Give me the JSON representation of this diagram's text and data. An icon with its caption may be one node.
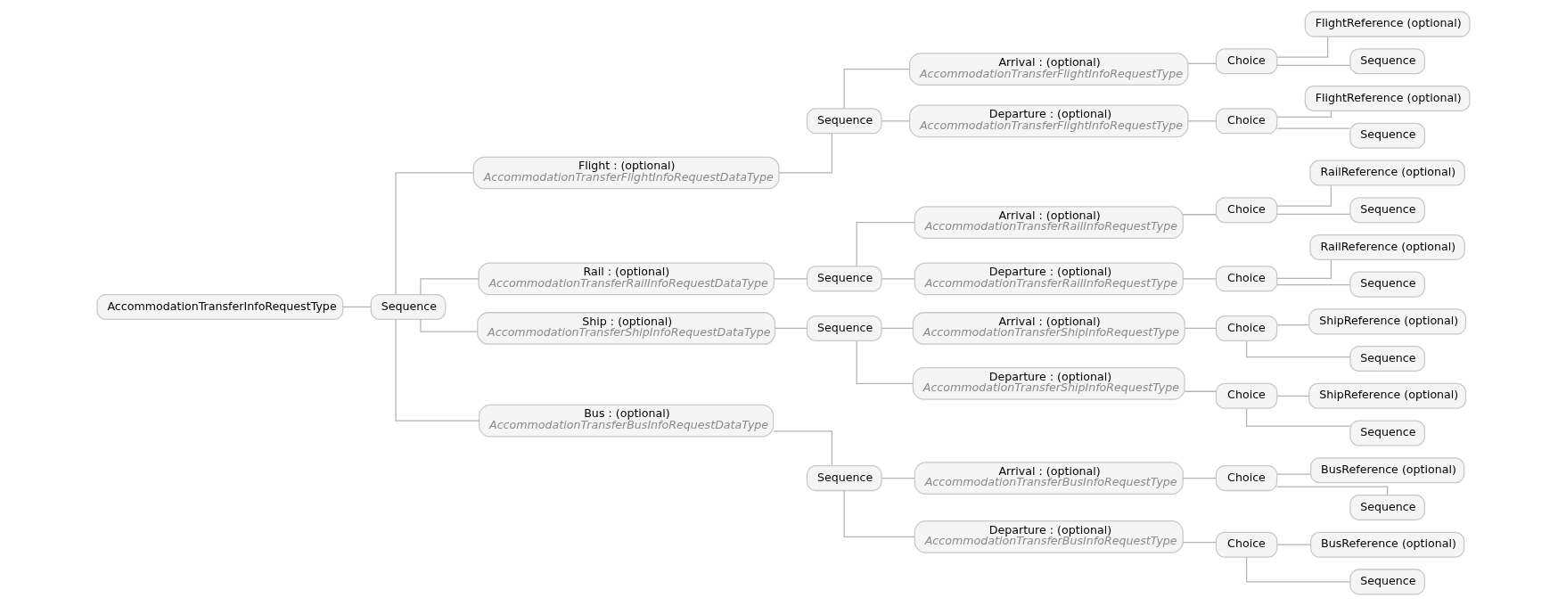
{
  "diagram": {
    "nodes": [
      {
        "text": [
          "AccommodationTransferInfoRequestType"
        ]
      },
      {
        "text": [
          "Sequence"
        ]
      },
      {
        "text": [
          "Flight : (optional)",
          "AccommodationTransferFlightInfoRequestDataType"
        ]
      },
      {
        "text": [
          "Sequence"
        ]
      },
      {
        "text": [
          "Arrival : (optional)",
          "AccommodationTransferFlightInfoRequestType"
        ]
      },
      {
        "text": [
          "Choice"
        ]
      },
      {
        "text": [
          "FlightReference (optional)"
        ]
      },
      {
        "text": [
          "Sequence"
        ]
      },
      {
        "text": [
          "Departure : (optional)",
          "AccommodationTransferFlightInfoRequestType"
        ]
      },
      {
        "text": [
          "Choice"
        ]
      },
      {
        "text": [
          "FlightReference (optional)"
        ]
      },
      {
        "text": [
          "Sequence"
        ]
      },
      {
        "text": [
          "Rail : (optional)",
          "AccommodationTransferRailInfoRequestDataType"
        ]
      },
      {
        "text": [
          "Sequence"
        ]
      },
      {
        "text": [
          "Arrival : (optional)",
          "AccommodationTransferRailInfoRequestType"
        ]
      },
      {
        "text": [
          "Choice"
        ]
      },
      {
        "text": [
          "RailReference (optional)"
        ]
      },
      {
        "text": [
          "Sequence"
        ]
      },
      {
        "text": [
          "Departure : (optional)",
          "AccommodationTransferRailInfoRequestType"
        ]
      },
      {
        "text": [
          "Choice"
        ]
      },
      {
        "text": [
          "RailReference (optional)"
        ]
      },
      {
        "text": [
          "Sequence"
        ]
      },
      {
        "text": [
          "Ship : (optional)",
          "AccommodationTransferShipInfoRequestDataType"
        ]
      },
      {
        "text": [
          "Sequence"
        ]
      },
      {
        "text": [
          "Arrival : (optional)",
          "AccommodationTransferShipInfoRequestType"
        ]
      },
      {
        "text": [
          "Choice"
        ]
      },
      {
        "text": [
          "ShipReference (optional)"
        ]
      },
      {
        "text": [
          "Sequence"
        ]
      },
      {
        "text": [
          "Departure : (optional)",
          "AccommodationTransferShipInfoRequestType"
        ]
      },
      {
        "text": [
          "Choice"
        ]
      },
      {
        "text": [
          "ShipReference (optional)"
        ]
      },
      {
        "text": [
          "Sequence"
        ]
      },
      {
        "text": [
          "Bus : (optional)",
          "AccommodationTransferBusInfoRequestDataType"
        ]
      },
      {
        "text": [
          "Sequence"
        ]
      },
      {
        "text": [
          "Arrival : (optional)",
          "AccommodationTransferBusInfoRequestType"
        ]
      },
      {
        "text": [
          "Choice"
        ]
      },
      {
        "text": [
          "BusReference (optional)"
        ]
      },
      {
        "text": [
          "Sequence"
        ]
      },
      {
        "text": [
          "Departure : (optional)",
          "AccommodationTransferBusInfoRequestType"
        ]
      },
      {
        "text": [
          "Choice"
        ]
      },
      {
        "text": [
          "BusReference (optional)"
        ]
      },
      {
        "text": [
          "Sequence"
        ]
      }
    ],
    "edges": [
      {
        "from": 0,
        "to": 1,
        "arrow": "none"
      },
      {
        "from": 1,
        "to": 2,
        "arrow": "none"
      },
      {
        "from": 2,
        "to": 3,
        "arrow": "none"
      },
      {
        "from": 3,
        "to": 4,
        "arrow": "none"
      },
      {
        "from": 4,
        "to": 5,
        "arrow": "none"
      },
      {
        "from": 5,
        "to": 6,
        "arrow": "none"
      },
      {
        "from": 5,
        "to": 7,
        "arrow": "none"
      },
      {
        "from": 3,
        "to": 8,
        "arrow": "none"
      },
      {
        "from": 8,
        "to": 9,
        "arrow": "none"
      },
      {
        "from": 9,
        "to": 10,
        "arrow": "none"
      },
      {
        "from": 9,
        "to": 11,
        "arrow": "none"
      },
      {
        "from": 1,
        "to": 12,
        "arrow": "none"
      },
      {
        "from": 12,
        "to": 13,
        "arrow": "none"
      },
      {
        "from": 13,
        "to": 14,
        "arrow": "none"
      },
      {
        "from": 14,
        "to": 15,
        "arrow": "none"
      },
      {
        "from": 15,
        "to": 16,
        "arrow": "none"
      },
      {
        "from": 15,
        "to": 17,
        "arrow": "none"
      },
      {
        "from": 13,
        "to": 18,
        "arrow": "none"
      },
      {
        "from": 18,
        "to": 19,
        "arrow": "none"
      },
      {
        "from": 19,
        "to": 20,
        "arrow": "none"
      },
      {
        "from": 19,
        "to": 21,
        "arrow": "none"
      },
      {
        "from": 1,
        "to": 22,
        "arrow": "none"
      },
      {
        "from": 22,
        "to": 23,
        "arrow": "none"
      },
      {
        "from": 23,
        "to": 24,
        "arrow": "none"
      },
      {
        "from": 24,
        "to": 25,
        "arrow": "none"
      },
      {
        "from": 25,
        "to": 26,
        "arrow": "none"
      },
      {
        "from": 25,
        "to": 27,
        "arrow": "none"
      },
      {
        "from": 23,
        "to": 28,
        "arrow": "none"
      },
      {
        "from": 28,
        "to": 29,
        "arrow": "none"
      },
      {
        "from": 29,
        "to": 30,
        "arrow": "none"
      },
      {
        "from": 29,
        "to": 31,
        "arrow": "none"
      },
      {
        "from": 1,
        "to": 32,
        "arrow": "none"
      },
      {
        "from": 32,
        "to": 33,
        "arrow": "none"
      },
      {
        "from": 33,
        "to": 34,
        "arrow": "none"
      },
      {
        "from": 34,
        "to": 35,
        "arrow": "none"
      },
      {
        "from": 35,
        "to": 36,
        "arrow": "none"
      },
      {
        "from": 35,
        "to": 37,
        "arrow": "none"
      },
      {
        "from": 33,
        "to": 38,
        "arrow": "none"
      },
      {
        "from": 38,
        "to": 39,
        "arrow": "none"
      },
      {
        "from": 39,
        "to": 40,
        "arrow": "none"
      },
      {
        "from": 39,
        "to": 41,
        "arrow": "none"
      }
    ]
  }
}
